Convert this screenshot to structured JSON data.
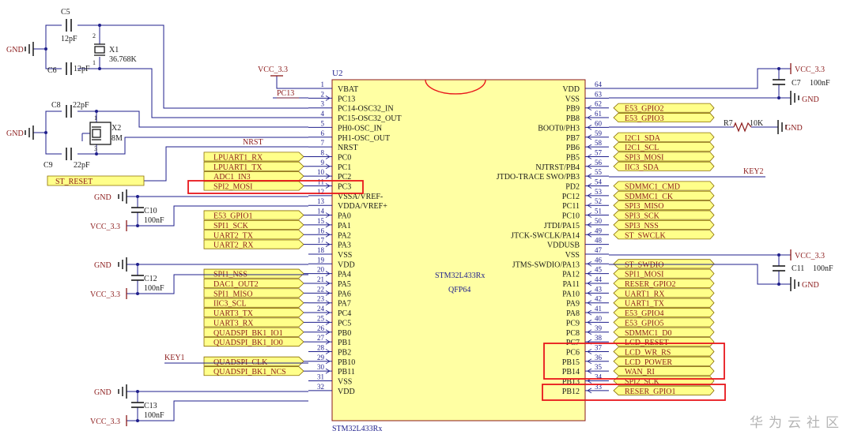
{
  "chip": {
    "ref": "U2",
    "part": "STM32L433Rx",
    "package": "QFP64",
    "bottom_label": "STM32L433Rx",
    "left_pins": [
      {
        "num": "1",
        "name": "VBAT"
      },
      {
        "num": "2",
        "name": "PC13"
      },
      {
        "num": "3",
        "name": "PC14-OSC32_IN"
      },
      {
        "num": "4",
        "name": "PC15-OSC32_OUT"
      },
      {
        "num": "5",
        "name": "PH0-OSC_IN"
      },
      {
        "num": "6",
        "name": "PH1-OSC_OUT"
      },
      {
        "num": "7",
        "name": "NRST"
      },
      {
        "num": "8",
        "name": "PC0"
      },
      {
        "num": "9",
        "name": "PC1"
      },
      {
        "num": "10",
        "name": "PC2"
      },
      {
        "num": "11",
        "name": "PC3"
      },
      {
        "num": "12",
        "name": "VSSA/VREF-"
      },
      {
        "num": "13",
        "name": "VDDA/VREF+"
      },
      {
        "num": "14",
        "name": "PA0"
      },
      {
        "num": "15",
        "name": "PA1"
      },
      {
        "num": "16",
        "name": "PA2"
      },
      {
        "num": "17",
        "name": "PA3"
      },
      {
        "num": "18",
        "name": "VSS"
      },
      {
        "num": "19",
        "name": "VDD"
      },
      {
        "num": "20",
        "name": "PA4"
      },
      {
        "num": "21",
        "name": "PA5"
      },
      {
        "num": "22",
        "name": "PA6"
      },
      {
        "num": "23",
        "name": "PA7"
      },
      {
        "num": "24",
        "name": "PC4"
      },
      {
        "num": "25",
        "name": "PC5"
      },
      {
        "num": "26",
        "name": "PB0"
      },
      {
        "num": "27",
        "name": "PB1"
      },
      {
        "num": "28",
        "name": "PB2"
      },
      {
        "num": "29",
        "name": "PB10"
      },
      {
        "num": "30",
        "name": "PB11"
      },
      {
        "num": "31",
        "name": "VSS"
      },
      {
        "num": "32",
        "name": "VDD"
      }
    ],
    "right_pins": [
      {
        "num": "64",
        "name": "VDD"
      },
      {
        "num": "63",
        "name": "VSS"
      },
      {
        "num": "62",
        "name": "PB9"
      },
      {
        "num": "61",
        "name": "PB8"
      },
      {
        "num": "60",
        "name": "BOOT0/PH3"
      },
      {
        "num": "59",
        "name": "PB7"
      },
      {
        "num": "58",
        "name": "PB6"
      },
      {
        "num": "57",
        "name": "PB5"
      },
      {
        "num": "56",
        "name": "NJTRST/PB4"
      },
      {
        "num": "55",
        "name": "JTDO-TRACE SWO/PB3"
      },
      {
        "num": "54",
        "name": "PD2"
      },
      {
        "num": "53",
        "name": "PC12"
      },
      {
        "num": "52",
        "name": "PC11"
      },
      {
        "num": "51",
        "name": "PC10"
      },
      {
        "num": "50",
        "name": "JTDI/PA15"
      },
      {
        "num": "49",
        "name": "JTCK-SWCLK/PA14"
      },
      {
        "num": "48",
        "name": "VDDUSB"
      },
      {
        "num": "47",
        "name": "VSS"
      },
      {
        "num": "46",
        "name": "JTMS-SWDIO/PA13"
      },
      {
        "num": "45",
        "name": "PA12"
      },
      {
        "num": "44",
        "name": "PA11"
      },
      {
        "num": "43",
        "name": "PA10"
      },
      {
        "num": "42",
        "name": "PA9"
      },
      {
        "num": "41",
        "name": "PA8"
      },
      {
        "num": "40",
        "name": "PC9"
      },
      {
        "num": "39",
        "name": "PC8"
      },
      {
        "num": "38",
        "name": "PC7"
      },
      {
        "num": "37",
        "name": "PC6"
      },
      {
        "num": "36",
        "name": "PB15"
      },
      {
        "num": "35",
        "name": "PB14"
      },
      {
        "num": "34",
        "name": "PB13"
      },
      {
        "num": "33",
        "name": "PB12"
      }
    ]
  },
  "left_ports": [
    {
      "pin": "8",
      "label": "LPUART1_RX"
    },
    {
      "pin": "9",
      "label": "LPUART1_TX"
    },
    {
      "pin": "10",
      "label": "ADC1_IN3"
    },
    {
      "pin": "11",
      "label": "SPI2_MOSI"
    },
    {
      "pin": "14",
      "label": "E53_GPIO1"
    },
    {
      "pin": "15",
      "label": "SPI1_SCK"
    },
    {
      "pin": "16",
      "label": "UART2_TX"
    },
    {
      "pin": "17",
      "label": "UART2_RX"
    },
    {
      "pin": "20",
      "label": "SPI1_NSS"
    },
    {
      "pin": "21",
      "label": "DAC1_OUT2"
    },
    {
      "pin": "22",
      "label": "SPI1_MISO"
    },
    {
      "pin": "23",
      "label": "IIC3_SCL"
    },
    {
      "pin": "24",
      "label": "UART3_TX"
    },
    {
      "pin": "25",
      "label": "UART3_RX"
    },
    {
      "pin": "26",
      "label": "QUADSPI_BK1_IO1"
    },
    {
      "pin": "27",
      "label": "QUADSPI_BK1_IO0"
    },
    {
      "pin": "29",
      "label": "QUADSPI_CLK"
    },
    {
      "pin": "30",
      "label": "QUADSPI_BK1_NCS"
    }
  ],
  "right_ports": [
    {
      "pin": "62",
      "label": "E53_GPIO2"
    },
    {
      "pin": "61",
      "label": "E53_GPIO3"
    },
    {
      "pin": "59",
      "label": "I2C1_SDA"
    },
    {
      "pin": "58",
      "label": "I2C1_SCL"
    },
    {
      "pin": "57",
      "label": "SPI3_MOSI"
    },
    {
      "pin": "56",
      "label": "IIC3_SDA"
    },
    {
      "pin": "54",
      "label": "SDMMC1_CMD"
    },
    {
      "pin": "53",
      "label": "SDMMC1_CK"
    },
    {
      "pin": "52",
      "label": "SPI3_MISO"
    },
    {
      "pin": "51",
      "label": "SPI3_SCK"
    },
    {
      "pin": "50",
      "label": "SPI3_NSS"
    },
    {
      "pin": "49",
      "label": "ST_SWCLK"
    },
    {
      "pin": "46",
      "label": "ST_SWDIO"
    },
    {
      "pin": "45",
      "label": "SPI1_MOSI"
    },
    {
      "pin": "44",
      "label": "RESER_GPIO2"
    },
    {
      "pin": "43",
      "label": "UART1_RX"
    },
    {
      "pin": "42",
      "label": "UART1_TX"
    },
    {
      "pin": "41",
      "label": "E53_GPIO4"
    },
    {
      "pin": "40",
      "label": "E53_GPIO5"
    },
    {
      "pin": "39",
      "label": "SDMMC1_D0"
    },
    {
      "pin": "38",
      "label": "LCD_RESET"
    },
    {
      "pin": "37",
      "label": "LCD_WR_RS"
    },
    {
      "pin": "36",
      "label": "LCD_POWER"
    },
    {
      "pin": "35",
      "label": "WAN_RI"
    },
    {
      "pin": "34",
      "label": "SPI2_SCK"
    },
    {
      "pin": "33",
      "label": "RESER_GPIO1"
    }
  ],
  "nets": {
    "pc13": "PC13",
    "nrst": "NRST",
    "st_reset": "ST_RESET",
    "key1": "KEY1",
    "key2": "KEY2",
    "vcc33": "VCC_3.3",
    "gnd": "GND"
  },
  "components": {
    "c5": {
      "ref": "C5",
      "value": "12pF"
    },
    "c6": {
      "ref": "C6",
      "value": "12pF"
    },
    "x1": {
      "ref": "X1",
      "value": "36.768K",
      "pin1": "1",
      "pin2": "2"
    },
    "c8": {
      "ref": "C8",
      "value": "22pF"
    },
    "c9": {
      "ref": "C9",
      "value": "22pF"
    },
    "x2": {
      "ref": "X2",
      "value": "8M",
      "pin1": "1",
      "pin3": "3"
    },
    "c10": {
      "ref": "C10",
      "value": "100nF"
    },
    "c12": {
      "ref": "C12",
      "value": "100nF"
    },
    "c13": {
      "ref": "C13",
      "value": "100nF"
    },
    "c7": {
      "ref": "C7",
      "value": "100nF"
    },
    "c11": {
      "ref": "C11",
      "value": "100nF"
    },
    "r7": {
      "ref": "R7",
      "value": "10K"
    }
  },
  "watermark": "华为云社区",
  "colors": {
    "chip_fill": "#ffffa3",
    "chip_border": "#8b1a1a",
    "port_fill": "#ffff8a",
    "port_border": "#8a6d00",
    "wire": "#1f1f8c",
    "net_label": "#8b1a1a",
    "highlight": "#e8161b"
  }
}
